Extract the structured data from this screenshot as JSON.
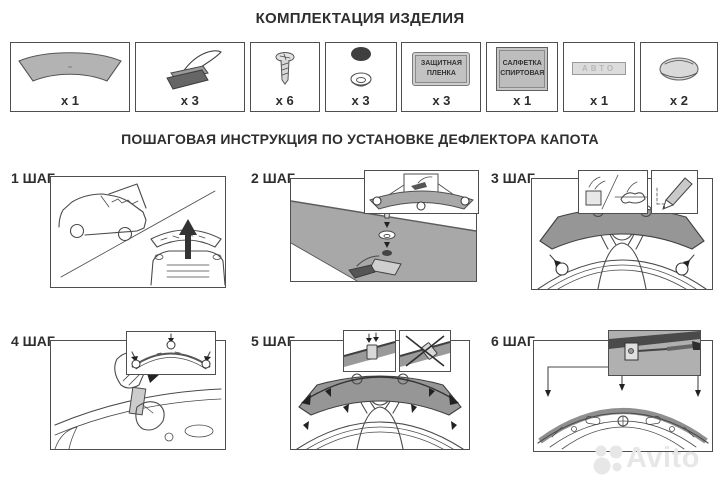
{
  "title": "КОМПЛЕКТАЦИЯ ИЗДЕЛИЯ",
  "subtitle": "ПОШАГОВАЯ ИНСТРУКЦИЯ ПО УСТАНОВКЕ ДЕФЛЕКТОРА КАПОТА",
  "kit": {
    "items": [
      {
        "icon": "hood-deflector-icon",
        "qty": "x 1"
      },
      {
        "icon": "mounting-clip-icon",
        "qty": "x 3"
      },
      {
        "icon": "screw-icon",
        "qty": "x 6"
      },
      {
        "icon": "cap-and-washer-icon",
        "qty": "x 3"
      },
      {
        "icon": "protective-film-icon",
        "qty": "x 3",
        "label_line1": "ЗАЩИТНАЯ",
        "label_line2": "ПЛЕНКА"
      },
      {
        "icon": "alcohol-wipe-icon",
        "qty": "x 1",
        "label_line1": "САЛФЕТКА",
        "label_line2": "СПИРТОВАЯ"
      },
      {
        "icon": "avto-emblem-icon",
        "qty": "x 1",
        "label_line1": "АВТО"
      },
      {
        "icon": "gel-pad-icon",
        "qty": "x 2"
      }
    ]
  },
  "steps": [
    {
      "label": "1 ШАГ"
    },
    {
      "label": "2 ШАГ"
    },
    {
      "label": "3 ШАГ"
    },
    {
      "label": "4 ШАГ"
    },
    {
      "label": "5 ШАГ"
    },
    {
      "label": "6 ШАГ"
    }
  ],
  "watermark": {
    "text": "Avito"
  },
  "colors": {
    "ink": "#4a4a4a",
    "box_border": "#4f4f4f",
    "deflector_gray": "#a0a0a0",
    "dark_part": "#555555",
    "watermark_gray": "#e7e7e7",
    "text": "#2e2e2e"
  }
}
